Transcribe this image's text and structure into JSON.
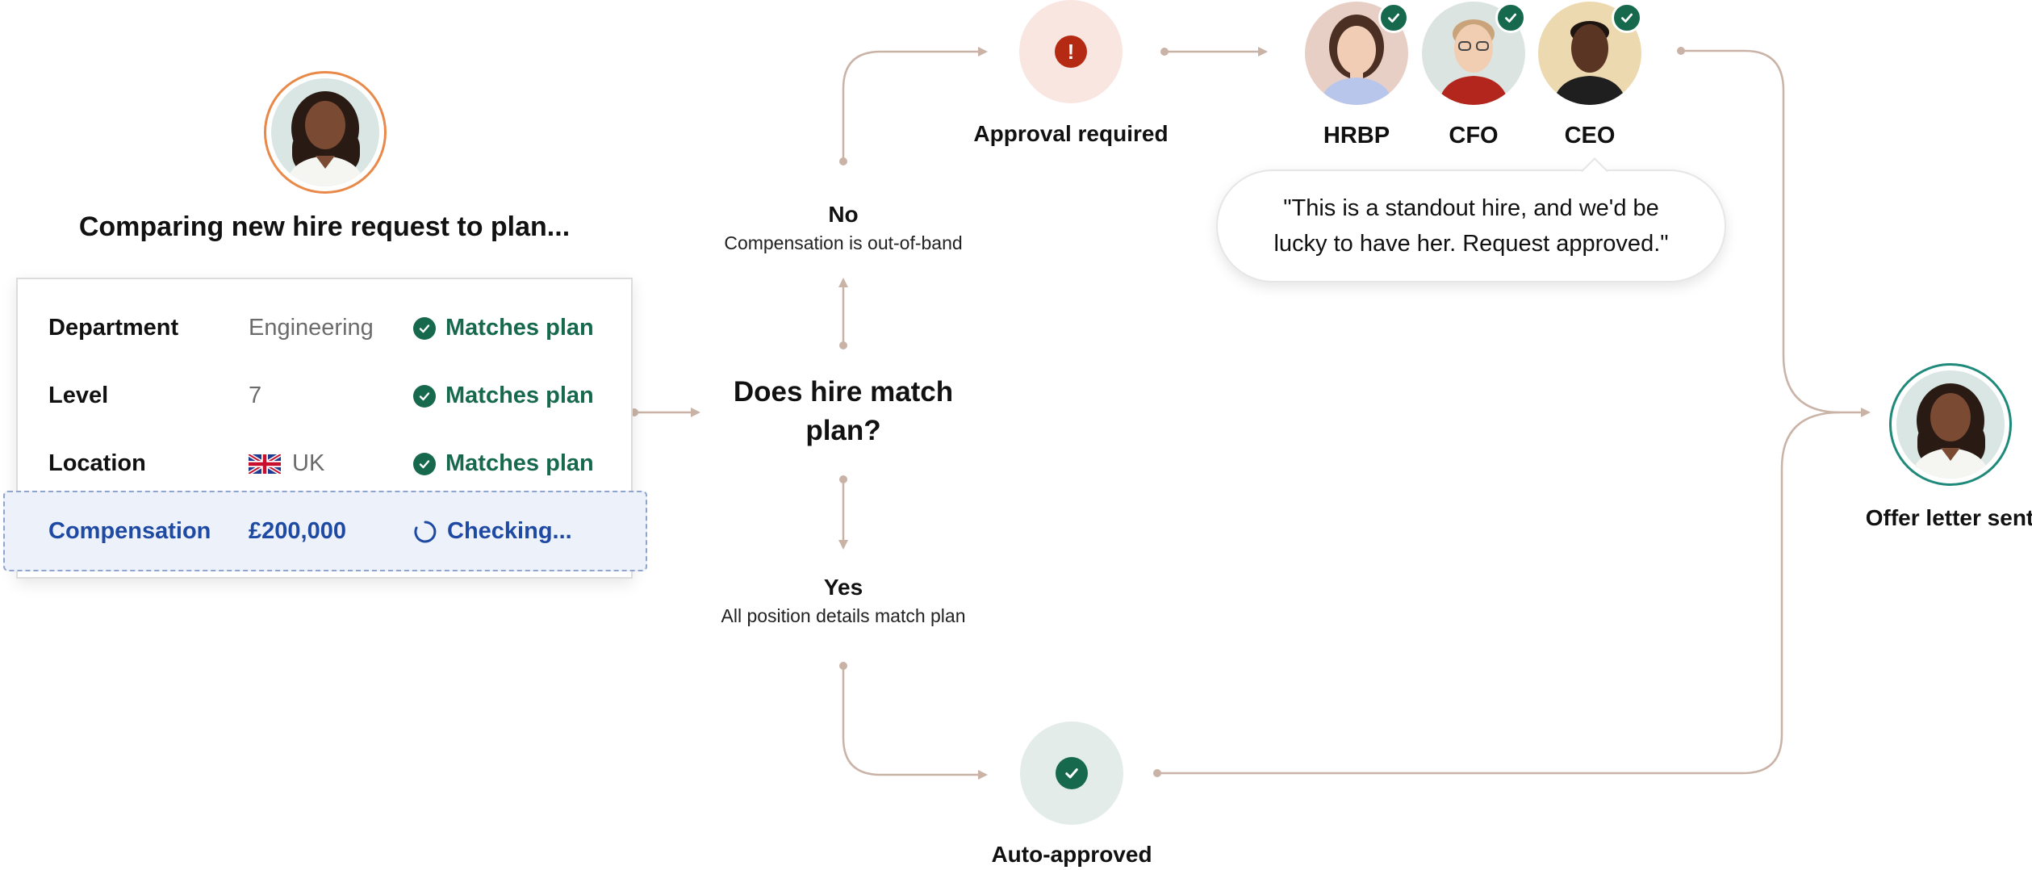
{
  "request": {
    "title": "Comparing new hire request to plan...",
    "rows": [
      {
        "label": "Department",
        "value": "Engineering",
        "status": "Matches plan",
        "state": "match"
      },
      {
        "label": "Level",
        "value": "7",
        "status": "Matches plan",
        "state": "match"
      },
      {
        "label": "Location",
        "value": "UK",
        "status": "Matches plan",
        "state": "match",
        "icon": "uk-flag-icon"
      },
      {
        "label": "Compensation",
        "value": "£200,000",
        "status": "Checking...",
        "state": "checking"
      }
    ]
  },
  "decision": {
    "question": "Does hire match plan?",
    "no_label": "No",
    "no_sub": "Compensation is out-of-band",
    "yes_label": "Yes",
    "yes_sub": "All position details match plan"
  },
  "approval": {
    "label": "Approval required",
    "icon": "exclamation-icon",
    "approvers": [
      "HRBP",
      "CFO",
      "CEO"
    ],
    "quote": "\"This is a standout hire, and we'd be lucky to have her. Request approved.\""
  },
  "auto": {
    "label": "Auto-approved",
    "icon": "checkmark-icon"
  },
  "offer": {
    "label": "Offer letter sent"
  },
  "colors": {
    "connector": "#c9b3a7",
    "match_green": "#17694e",
    "checking_blue": "#1e4aa3",
    "candidate_ring": "#e8894a",
    "offer_ring": "#1f8a7a",
    "alert_red": "#b42a12",
    "alert_bg": "#f9e6e1",
    "auto_bg": "#e4ece9"
  }
}
